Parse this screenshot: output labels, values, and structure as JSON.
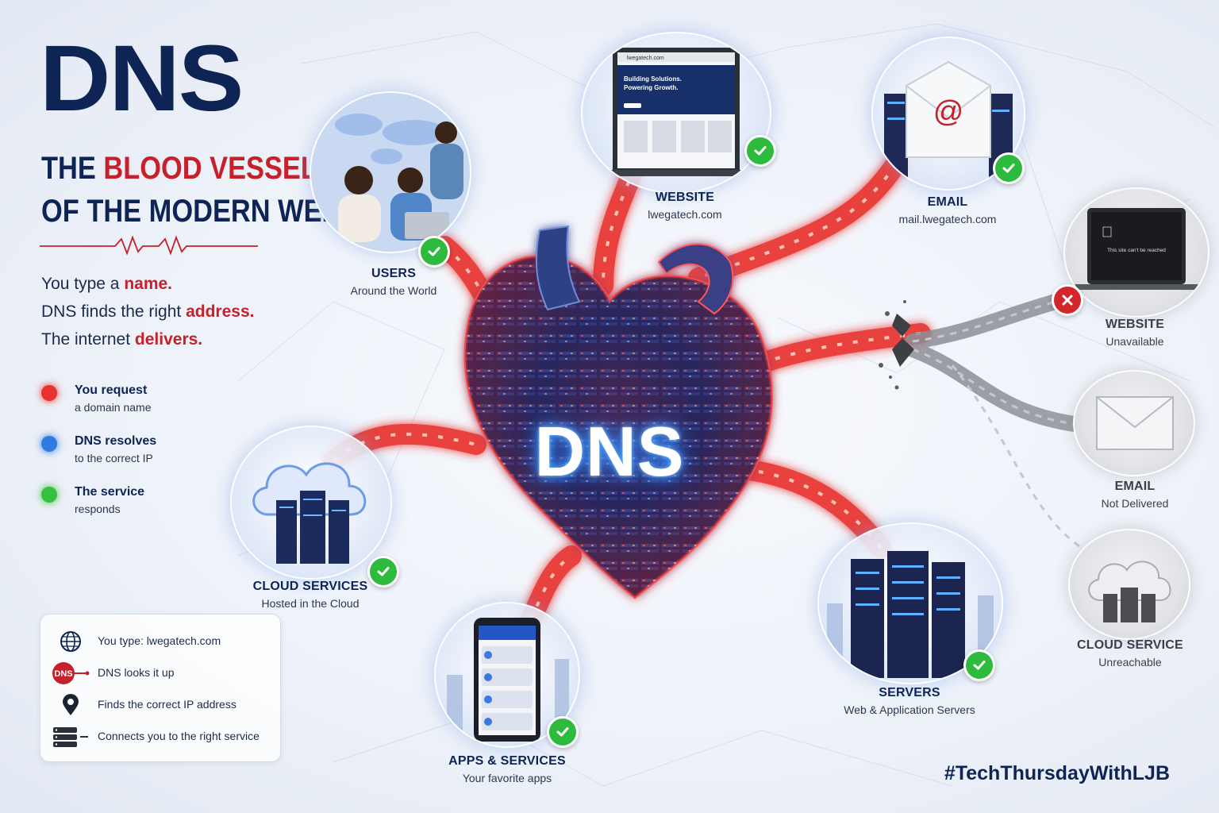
{
  "header": {
    "title": "DNS",
    "subtitle_line1_a": "THE",
    "subtitle_line1_b": "BLOOD VESSEL",
    "subtitle_line2": "OF THE MODERN WEB"
  },
  "intro": {
    "line1_a": "You type a",
    "line1_b": "name.",
    "line2_a": "DNS finds the right",
    "line2_b": "address.",
    "line3_a": "The internet",
    "line3_b": "delivers."
  },
  "legend": [
    {
      "title": "You request",
      "sub": "a domain name",
      "color": "#e8322e"
    },
    {
      "title": "DNS resolves",
      "sub": "to the correct IP",
      "color": "#2f7be0"
    },
    {
      "title": "The service",
      "sub": "responds",
      "color": "#37c03d"
    }
  ],
  "steps": [
    {
      "icon": "globe-icon",
      "text": "You type: lwegatech.com"
    },
    {
      "icon": "dns-badge-icon",
      "badge": "DNS",
      "text": "DNS looks it up"
    },
    {
      "icon": "location-pin-icon",
      "text": "Finds the correct IP address"
    },
    {
      "icon": "server-icon",
      "text": "Connects you to the right service"
    }
  ],
  "center_label": "DNS",
  "nodes": {
    "users": {
      "title": "USERS",
      "sub": "Around the World",
      "status": "ok"
    },
    "website": {
      "title": "WEBSITE",
      "sub": "lwegatech.com",
      "status": "ok",
      "screen_url": "lwegatech.com",
      "screen_headline1": "Building Solutions.",
      "screen_headline2": "Powering Growth."
    },
    "email": {
      "title": "EMAIL",
      "sub": "mail.lwegatech.com",
      "status": "ok",
      "glyph": "@"
    },
    "cloud": {
      "title": "CLOUD SERVICES",
      "sub": "Hosted in the Cloud",
      "status": "ok"
    },
    "apps": {
      "title": "APPS & SERVICES",
      "sub": "Your favorite apps",
      "status": "ok"
    },
    "servers": {
      "title": "SERVERS",
      "sub": "Web & Application Servers",
      "status": "ok"
    },
    "website_down": {
      "title": "WEBSITE",
      "sub": "Unavailable",
      "status": "fail",
      "screen_msg": "This site can't be reached"
    },
    "email_down": {
      "title": "EMAIL",
      "sub": "Not Delivered"
    },
    "cloud_down": {
      "title": "CLOUD SERVICE",
      "sub": "Unreachable"
    }
  },
  "hashtag": "#TechThursdayWithLJB",
  "colors": {
    "navy": "#0d2454",
    "red": "#c8202a",
    "vessel": "#e8322e",
    "ok": "#2dbb3e",
    "fail": "#d3262b"
  }
}
